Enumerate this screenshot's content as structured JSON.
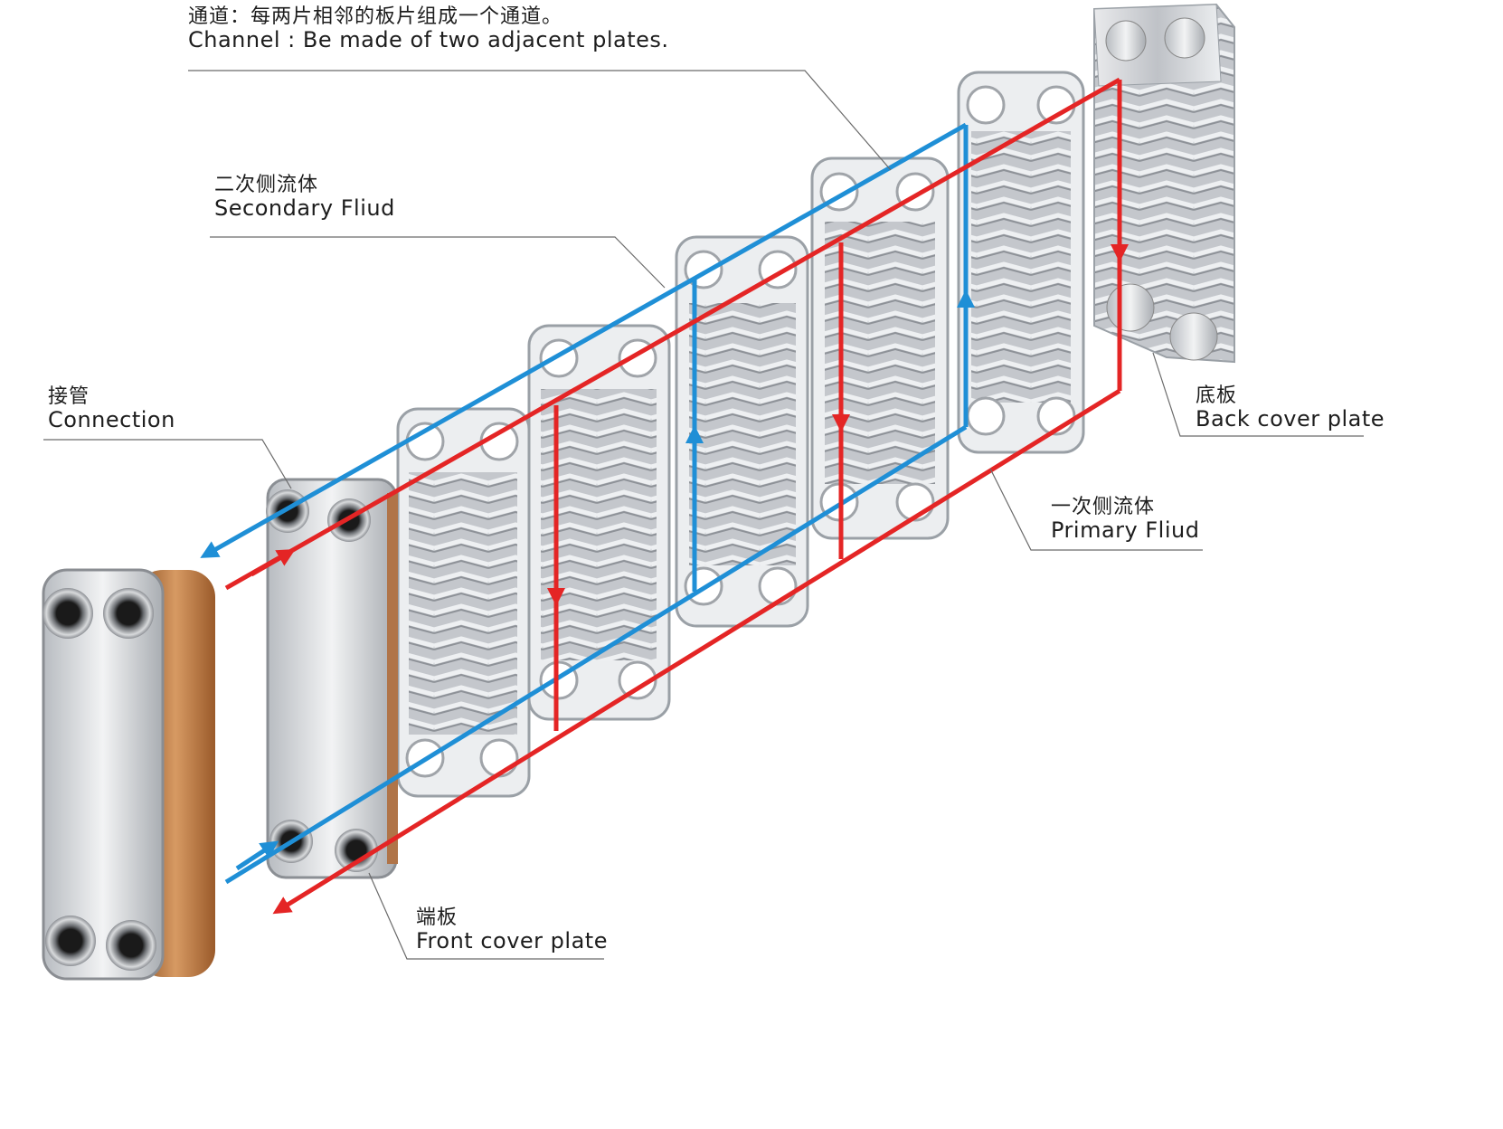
{
  "labels": {
    "channel": {
      "zh": "通道：每两片相邻的板片组成一个通道。",
      "en": "Channel : Be made of two adjacent plates."
    },
    "secondary": {
      "zh": "二次侧流体",
      "en": "Secondary Fliud"
    },
    "connection": {
      "zh": "接管",
      "en": "Connection"
    },
    "back_cover": {
      "zh": "底板",
      "en": "Back cover plate"
    },
    "primary": {
      "zh": "一次侧流体",
      "en": "Primary Fliud"
    },
    "front_cover": {
      "zh": "端板",
      "en": "Front cover plate"
    }
  },
  "colors": {
    "primary_flow": "#e42525",
    "secondary_flow": "#1f8fd6",
    "plate_metal": "#c9cbcf",
    "brazed_copper": "#b8743f"
  }
}
